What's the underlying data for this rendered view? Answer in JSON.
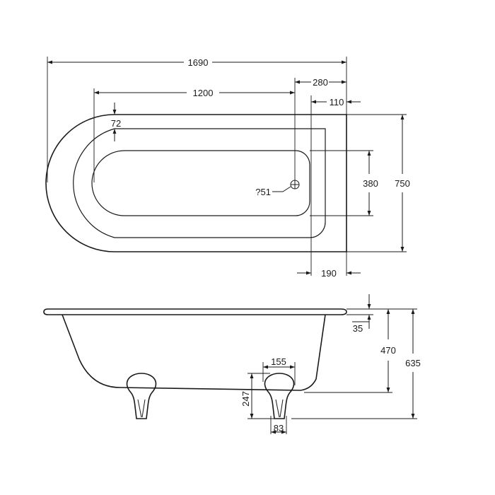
{
  "diagram": {
    "plan_view": {
      "overall_length": "1690",
      "interior_length": "1200",
      "waste_offset": "280",
      "rim_end_offset": "110",
      "rim_width_top": "72",
      "interior_width": "380",
      "overall_width": "750",
      "end_offset": "190",
      "waste_diameter": "?51"
    },
    "side_view": {
      "rim_thickness": "35",
      "bath_depth": "470",
      "overall_height": "635",
      "foot_spread": "155",
      "foot_height": "247",
      "foot_width": "83"
    },
    "colors": {
      "line": "#1a1a1a",
      "background": "#ffffff"
    }
  }
}
